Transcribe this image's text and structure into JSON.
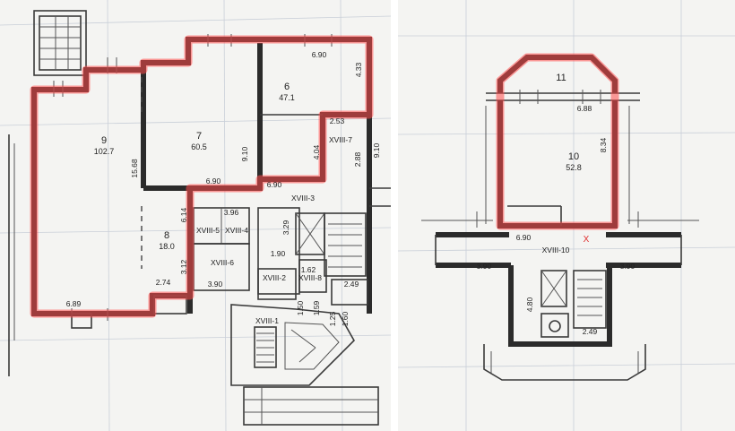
{
  "left_plan": {
    "rooms": [
      {
        "key": "r9",
        "number": "9",
        "area": "102.7"
      },
      {
        "key": "r7",
        "number": "7",
        "area": "60.5"
      },
      {
        "key": "r6",
        "number": "6",
        "area": "47.1"
      },
      {
        "key": "r8",
        "number": "8",
        "area": "18.0"
      }
    ],
    "codes": {
      "xviii3": "XVIII-3",
      "xviii7": "XVIII-7",
      "xviii5": "XVIII-5",
      "xviii4": "XVIII-4",
      "xviii6": "XVIII-6",
      "xviii2": "XVIII-2",
      "xviii8": "XVIII-8",
      "xviii1": "XVIII-1"
    },
    "dims": {
      "d690_top": "6.90",
      "d433": "4.33",
      "d253": "2.53",
      "d690_mid": "6.90",
      "d1568": "15.68",
      "d910_a": "9.10",
      "d910_b": "9.10",
      "d404": "4.04",
      "d288": "2.88",
      "d690_low": "6.90",
      "d614": "6.14",
      "d396": "3.96",
      "d312": "3.12",
      "d329": "3.29",
      "d190": "1.90",
      "d162": "1.62",
      "d274": "2.74",
      "d390": "3.90",
      "d249": "2.49",
      "d689": "6.89",
      "d150": "1.50",
      "d159": "1.59",
      "d125": "1.25",
      "d160": "1.60"
    }
  },
  "right_plan": {
    "rooms": [
      {
        "key": "r11",
        "number": "11",
        "area": ""
      },
      {
        "key": "r10",
        "number": "10",
        "area": "52.8"
      }
    ],
    "codes": {
      "xviii10": "XVIII-10"
    },
    "dims": {
      "d688": "6.88",
      "d834": "8.34",
      "d690": "6.90",
      "d390_l": "3.90",
      "d390_r": "3.90",
      "d249": "2.49",
      "d480": "4.80"
    },
    "marker": "X"
  },
  "colors": {
    "highlight": "#ff4a4a",
    "wall": "#2b2b2b",
    "grid": "#c9cfd8",
    "paper": "#f4f4f2"
  }
}
